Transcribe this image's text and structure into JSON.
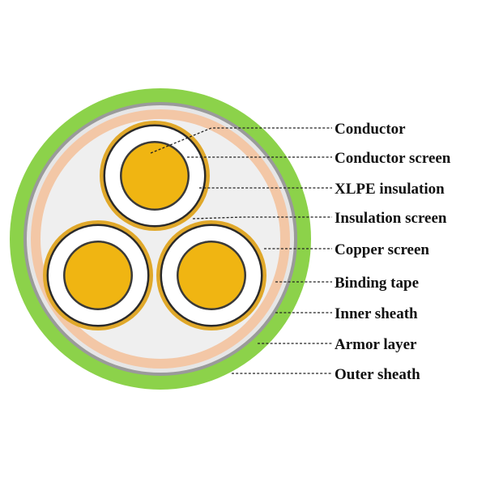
{
  "colors": {
    "outer_sheath": "#8cd24a",
    "armor_layer": "#9a9a9a",
    "inner_sheath": "#e6e6e6",
    "binding_tape": "#f3c7a6",
    "filler": "#efefef",
    "copper_screen": "#e0a82a",
    "insulation_screen": "#2a2a2a",
    "xlpe_insulation": "#ffffff",
    "conductor_screen": "#3a3a3a",
    "conductor": "#f0b512",
    "conductor_highlight": "#f7cc3a"
  },
  "labels": [
    {
      "id": "conductor",
      "text": "Conductor"
    },
    {
      "id": "conductor-screen",
      "text": "Conductor screen"
    },
    {
      "id": "xlpe-insulation",
      "text": "XLPE insulation"
    },
    {
      "id": "insulation-screen",
      "text": "Insulation screen"
    },
    {
      "id": "copper-screen",
      "text": "Copper screen"
    },
    {
      "id": "binding-tape",
      "text": "Binding tape"
    },
    {
      "id": "inner-sheath",
      "text": "Inner sheath"
    },
    {
      "id": "armor-layer",
      "text": "Armor layer"
    },
    {
      "id": "outer-sheath",
      "text": "Outer sheath"
    }
  ]
}
